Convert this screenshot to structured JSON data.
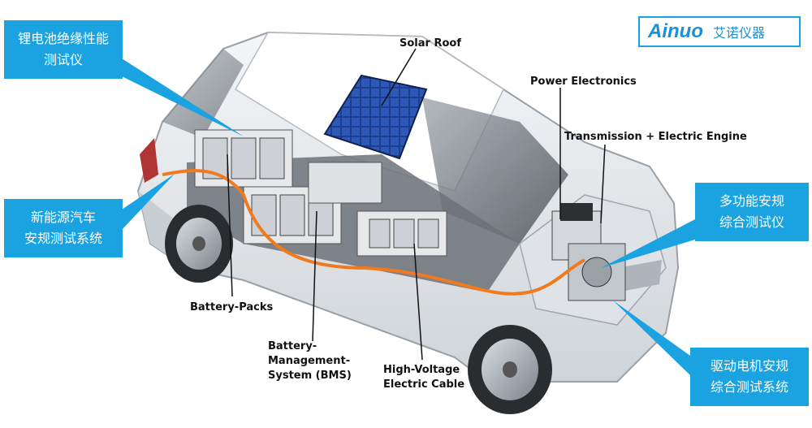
{
  "brand": {
    "en": "Ainuo",
    "cn": "艾诺仪器"
  },
  "callouts": {
    "lithium": [
      "锂电池绝缘性能",
      "测试仪"
    ],
    "nev": [
      "新能源汽车",
      "安规测试系统"
    ],
    "multi": [
      "多功能安规",
      "综合测试仪"
    ],
    "motor": [
      "驱动电机安规",
      "综合测试系统"
    ]
  },
  "labels": {
    "solar_roof": "Solar Roof",
    "power_electronics": "Power Electronics",
    "transmission": "Transmission + Electric Engine",
    "battery_packs": "Battery-Packs",
    "bms": [
      "Battery-",
      "Management-",
      "System (BMS)"
    ],
    "hv_cable": [
      "High-Voltage",
      "Electric Cable"
    ]
  },
  "colors": {
    "callout": "#1aa3e0",
    "cable": "#f07a1e",
    "solar": "#1d3f8f",
    "body": "#e9ecef"
  }
}
